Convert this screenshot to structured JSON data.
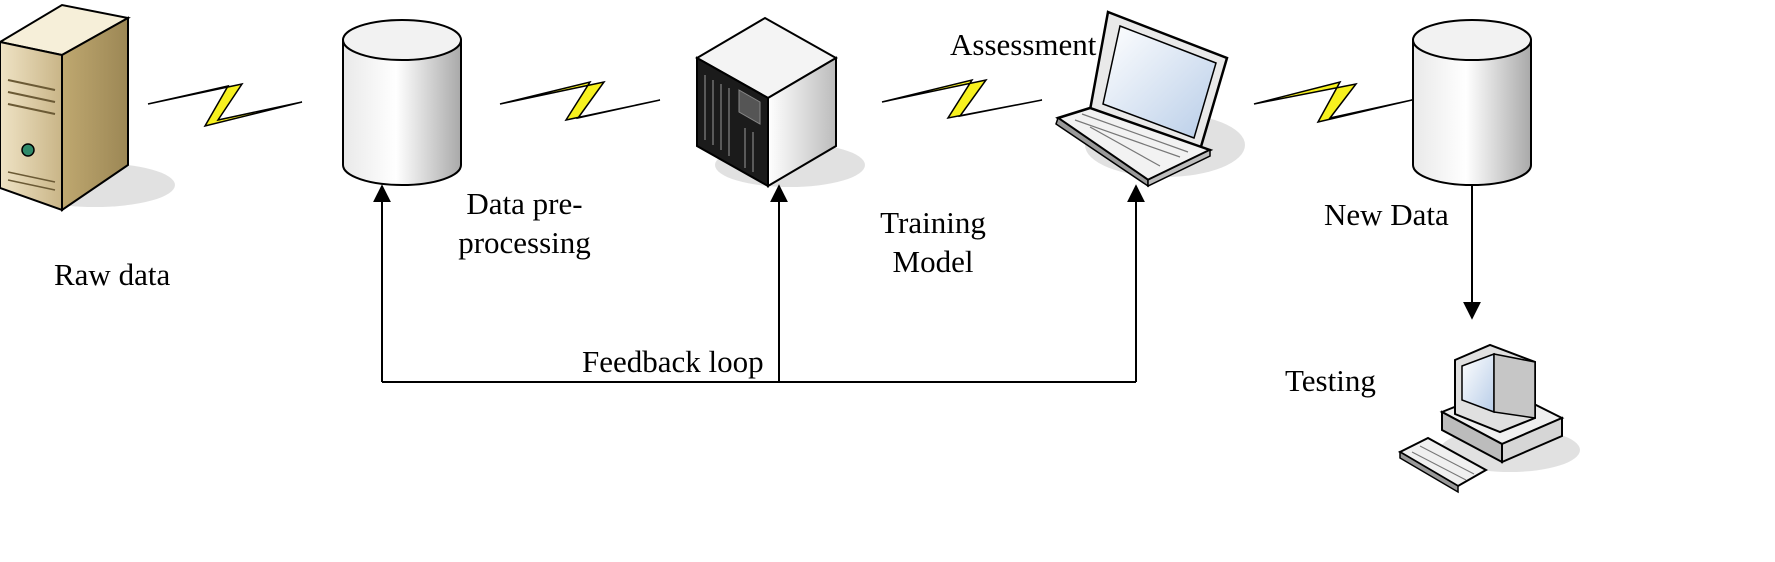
{
  "nodes": {
    "raw_data": {
      "label": "Raw data",
      "icon": "server-tower-icon"
    },
    "preprocessing": {
      "label_line1": "Data pre-",
      "label_line2": "processing",
      "icon": "database-cylinder-icon"
    },
    "training": {
      "label_line1": "Training",
      "label_line2": "Model",
      "icon": "server-cube-icon"
    },
    "assessment": {
      "label": "Assessment",
      "icon": "laptop-icon"
    },
    "new_data": {
      "label": "New Data",
      "icon": "database-cylinder-icon"
    },
    "testing": {
      "label": "Testing",
      "icon": "desktop-computer-icon"
    }
  },
  "feedback": {
    "label": "Feedback loop"
  },
  "colors": {
    "bolt_fill": "#f7f11f",
    "stroke": "#000000",
    "server_beige": "#d9c9a0",
    "cylinder_gray": "#bdbdbd"
  }
}
